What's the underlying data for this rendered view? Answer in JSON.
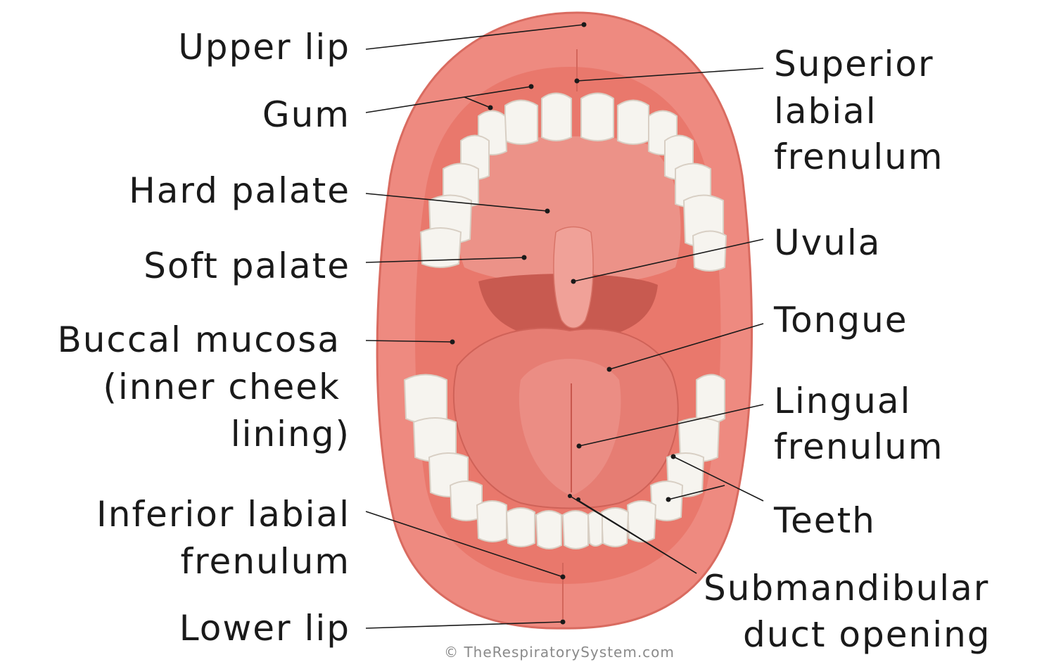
{
  "labels": {
    "upper_lip": "Upper lip",
    "gum": "Gum",
    "hard_palate": "Hard palate",
    "soft_palate": "Soft palate",
    "buccal_mucosa": [
      "Buccal mucosa",
      "(inner cheek",
      "lining)"
    ],
    "inferior_labial_frenulum": [
      "Inferior labial",
      "frenulum"
    ],
    "lower_lip": "Lower lip",
    "superior_labial_frenulum": [
      "Superior",
      "labial",
      "frenulum"
    ],
    "uvula": "Uvula",
    "tongue": "Tongue",
    "lingual_frenulum": [
      "Lingual",
      "frenulum"
    ],
    "teeth": "Teeth",
    "submandibular_duct_opening": [
      "Submandibular",
      "duct opening"
    ]
  },
  "credit": "© TheRespiratorySystem.com",
  "colors": {
    "lip": "#ee8a80",
    "lip_edge": "#d96b60",
    "mucosa": "#e9786c",
    "palate": "#ec9288",
    "throat": "#c85a50",
    "tongue": "#e67d73",
    "teeth": "#f6f4ef"
  }
}
